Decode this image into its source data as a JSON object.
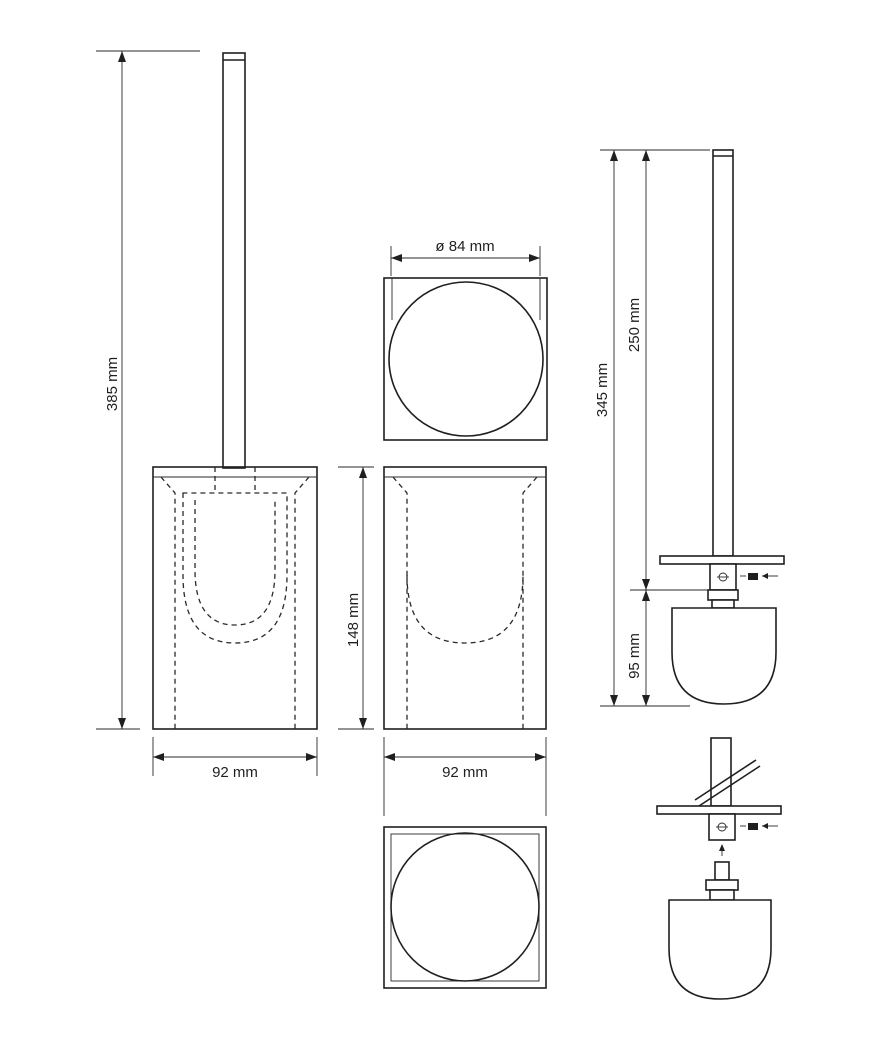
{
  "dimensions": {
    "total_height": "385 mm",
    "container_height": "148 mm",
    "width_left": "92 mm",
    "width_center": "92 mm",
    "inner_diameter": "ø 84 mm",
    "brush_total": "345 mm",
    "handle_length": "250 mm",
    "head_length": "95 mm"
  },
  "colors": {
    "line": "#1f1f1f",
    "background": "#ffffff"
  }
}
